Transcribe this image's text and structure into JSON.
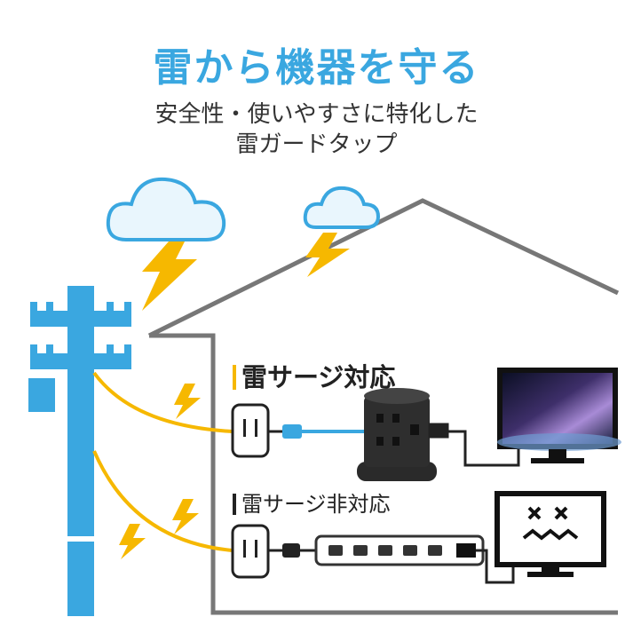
{
  "title": "雷から機器を守る",
  "subtitle_line1": "安全性・使いやすさに特化した",
  "subtitle_line2": "雷ガードタップ",
  "label_surge": "雷サージ対応",
  "label_nosurge": "雷サージ非対応",
  "colors": {
    "accent_blue": "#3AA7E0",
    "lightning_yellow": "#F6B800",
    "house_gray": "#777777"
  }
}
